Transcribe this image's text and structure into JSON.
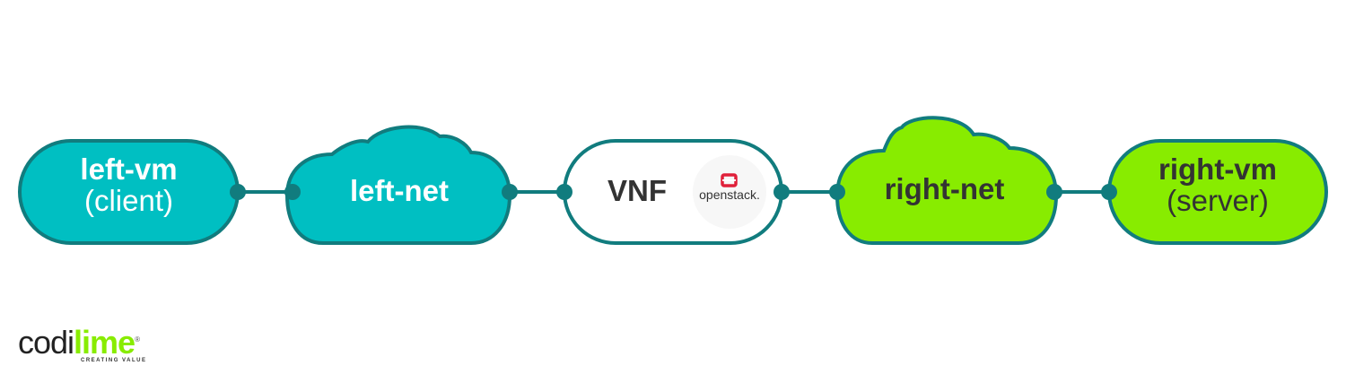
{
  "colors": {
    "teal_fill": "#00bfc2",
    "stroke": "#117c7e",
    "green_fill": "#88ec00",
    "white_fill": "#ffffff",
    "dark_text": "#333333",
    "white_text": "#ffffff",
    "openstack_red": "#e0203a"
  },
  "nodes": [
    {
      "id": "left-vm",
      "shape": "pill",
      "title": "left-vm",
      "subtitle": "(client)"
    },
    {
      "id": "left-net",
      "shape": "cloud",
      "title": "left-net"
    },
    {
      "id": "vnf",
      "shape": "pill",
      "title": "VNF",
      "badge": "openstack."
    },
    {
      "id": "right-net",
      "shape": "cloud",
      "title": "right-net"
    },
    {
      "id": "right-vm",
      "shape": "pill",
      "title": "right-vm",
      "subtitle": "(server)"
    }
  ],
  "edges": [
    {
      "from": "left-vm",
      "to": "left-net"
    },
    {
      "from": "left-net",
      "to": "vnf"
    },
    {
      "from": "vnf",
      "to": "right-net"
    },
    {
      "from": "right-net",
      "to": "right-vm"
    }
  ],
  "brand": {
    "name_dark": "codi",
    "name_accent": "lime",
    "tagline": "CREATING VALUE",
    "registered": "®"
  }
}
